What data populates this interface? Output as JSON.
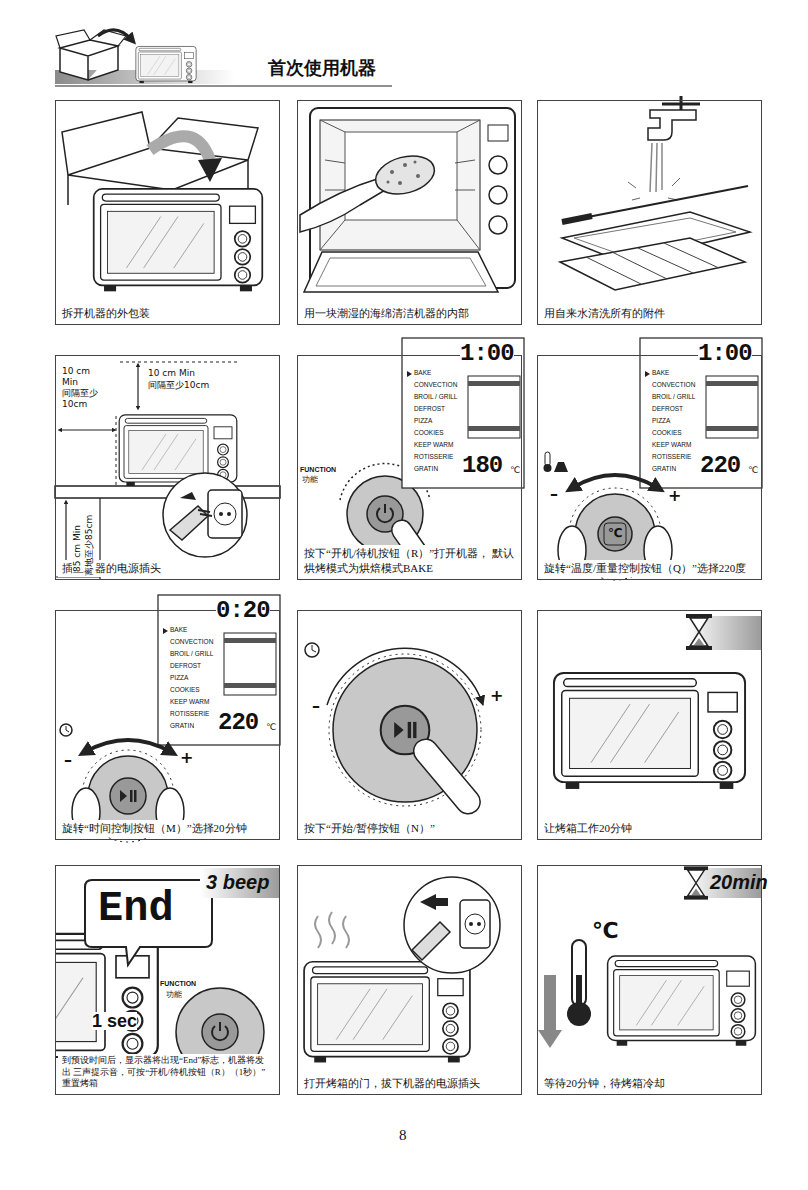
{
  "diagram": {
    "title": "首次使用机器",
    "nodes": [
      {
        "text": [
          "拆开机器的外包装"
        ]
      },
      {
        "text": [
          "用一块潮湿的海绵清洁机器的内部"
        ]
      },
      {
        "text": [
          "用自来水清洗所有的附件"
        ]
      },
      {
        "text": [
          "插上机器的电源插头"
        ]
      },
      {
        "text": [
          "按下“开机/待机按钮（R）”打开机器， 默认烘烤模式为烘焙模式BAKE"
        ]
      },
      {
        "text": [
          "旋转“温度/重量控制按钮（Q）”选择220度"
        ]
      },
      {
        "text": [
          "旋转“时间控制按钮（M）”选择20分钟"
        ]
      },
      {
        "text": [
          "按下“开始/暂停按钮（N）”"
        ]
      },
      {
        "text": [
          "让烤箱工作20分钟"
        ]
      },
      {
        "text": [
          "到预设时间后，显示器将出现“End”标志，机器将发出 三声提示音，可按“开机/待机按钮（R）（1秒）”重置烤箱"
        ]
      },
      {
        "text": [
          "打开烤箱的门，拔下机器的电源插头"
        ]
      },
      {
        "text": [
          "等待20分钟，待烤箱冷却"
        ]
      }
    ],
    "labels": [
      "10 cm Min",
      "间隔至少10cm",
      "10 cm Min",
      "间隔至少10cm",
      "85 cm Min",
      "离地至少85cm",
      "1:00",
      "BAKE",
      "CONVECTION",
      "BROIL / GRILL",
      "DEFROST",
      "PIZZA",
      "COOKIES",
      "KEEP WARM",
      "ROTISSERIE",
      "GRATIN",
      "180",
      "℃",
      "FUNCTION",
      "功能",
      "1:00",
      "BAKE",
      "CONVECTION",
      "BROIL / GRILL",
      "DEFROST",
      "PIZZA",
      "COOKIES",
      "KEEP WARM",
      "ROTISSERIE",
      "GRATIN",
      "220",
      "℃",
      "℃",
      "–",
      "+",
      "0:20",
      "BAKE",
      "CONVECTION",
      "BROIL / GRILL",
      "DEFROST",
      "PIZZA",
      "COOKIES",
      "KEEP WARM",
      "ROTISSERIE",
      "GRATIN",
      "220",
      "℃",
      "–",
      "+",
      "–",
      "+",
      "End",
      "3 beep",
      "FUNCTION",
      "功能",
      "1 sec",
      "20min",
      "℃",
      "8"
    ]
  }
}
